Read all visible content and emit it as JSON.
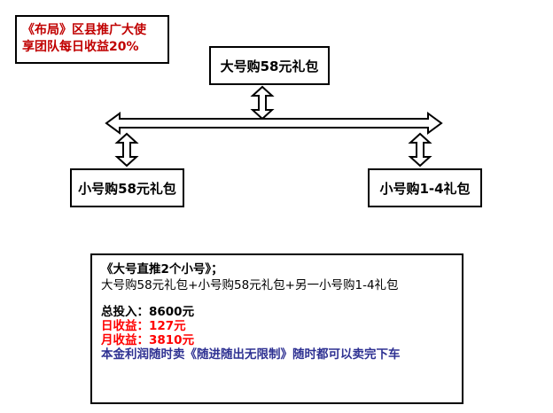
{
  "title": {
    "line1": "《布局》区县推广大使",
    "line2": "享团队每日收益20%",
    "color": "#c00000"
  },
  "nodes": {
    "big": "大号购58元礼包",
    "small_left": "小号购58元礼包",
    "small_right": "小号购1-4礼包"
  },
  "summary": {
    "heading": "《大号直推2个小号》；",
    "detail": "大号购58元礼包+小号购58元礼包+另一小号购1-4礼包",
    "total_label": "总投入：",
    "total_value": "8600元",
    "daily_label": "日收益：",
    "daily_value": "127元",
    "monthly_label": "月收益：",
    "monthly_value": "3810元",
    "note": "本金利润随时卖《随进随出无限制》随时都可以卖完下车",
    "colors": {
      "red": "#ff0000",
      "blue": "#2e3192"
    }
  }
}
